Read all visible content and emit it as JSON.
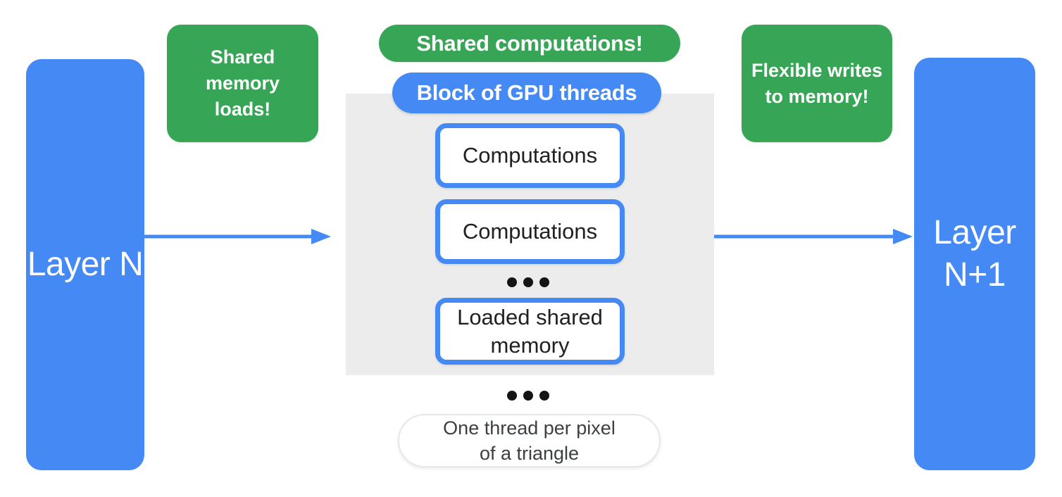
{
  "colors": {
    "blue": "#4589F4",
    "green": "#37A556",
    "panel": "#ECECEC",
    "ink": "#202124",
    "ink_soft": "#3C4043",
    "border_soft": "#E7E7E7",
    "dot": "#141414",
    "white": "#FFFFFF"
  },
  "layers": {
    "left": {
      "label": "Layer N"
    },
    "right": {
      "label": "Layer N+1"
    }
  },
  "annotations": {
    "shared_memory_loads": "Shared memory loads!",
    "shared_computations": "Shared computations!",
    "flexible_writes": "Flexible writes to memory!"
  },
  "gpu_block": {
    "title": "Block of GPU threads",
    "threads": [
      {
        "label": "Computations"
      },
      {
        "label": "Computations"
      },
      {
        "label": "Loaded shared memory"
      }
    ]
  },
  "caption": "One thread per pixel of a triangle"
}
